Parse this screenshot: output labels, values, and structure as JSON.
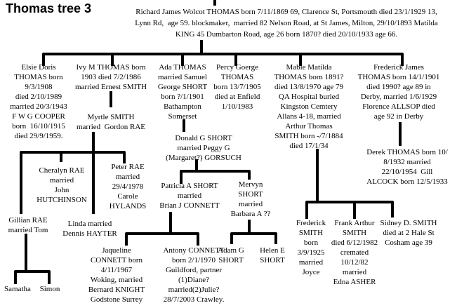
{
  "title": "Thomas tree 3",
  "people": {
    "richard": "Richard James Wolcot THOMAS born 7/11/1869 69, Clarence St, Portsmouth died 23/1/1929 13,\nLynn Rd,  age 59. blockmaker,  married 82 Nelson Road, at St James, Milton, 29/10/1893 Matilda\nKING 45 Dumbarton Road, age 26 born 1870? died 20/10/1933 age 66.",
    "elsie": "Elsie Doris\nTHOMAS born\n9/3/1908\ndied 2/10/1989\nmarried 20/3/1943\nF W G COOPER\nborn  16/10/1915\ndied 29/9/1959.",
    "ivy": "Ivy M THOMAS born\n1903 died 7/2/1986\nmarried Ernest SMITH",
    "myrtle": "Myrtle SMITH\nmarried  Gordon RAE",
    "ada": "Ada THOMAS\nmarried Samuel\nGeorge SHORT\nborn ?/1/1901\nBathampton\nSomerset",
    "donald": "Donald G SHORT\nmarried Peggy G\n(Margaret?) GORSUCH",
    "percy": "Percy Goerge\nTHOMAS\nborn 13/7/1905\ndied at Enfield\n1/10/1983",
    "mable": "Mable Matilda\nTHOMAS born 1891?\ndied 13/8/1970 age 79\nQA Hospital buried\nKingston Cemtery\nAllans 4-18, married\nArthur Thomas\nSMITH born -/7/1884\ndied 17/1/34",
    "frederick_james": "Frederick James\nTHOMAS born 14/1/1901\ndied 1990? age 89 in\nDerby, married 1/6/1929\nFlorence ALLSOP died\nage 92 in Derby",
    "derek": "Derek THOMAS born 10/\n8/1932 married\n22/10/1954  Gill\nALCOCK born 12/5/1933",
    "cheralyn": "Cheralyn RAE\nmarried\nJohn\nHUTCHINSON",
    "peter": "Peter RAE\nmarried\n29/4/1978\nCarole\nHYLANDS",
    "gillian": "Gillian RAE\nmarried Tom",
    "linda": "Linda married\nDennis HAYTER",
    "samatha": "Samatha",
    "simon": "Simon",
    "patricia": "Patricia A SHORT\nmarried\nBrian J CONNETT",
    "mervyn": "Mervyn\nSHORT\nmarried\nBarbara A ??",
    "jaqueline": "Jaqueline\nCONNETT born\n4/11/1967\nWoking, married\nBernard KNIGHT\nGodstone Surrey",
    "antony": "Antony CONNETT\nborn 2/1/1970\nGuildford, partner\n(1)Diane?\nmarried(2)Julie?\n28/7/2003 Crawley.",
    "adam": "Adam G\nSHORT",
    "helen": "Helen E\nSHORT",
    "frederick_smith": "Frederick\nSMITH\nborn\n3/9/1925\nmarried\nJoyce",
    "frank": "Frank Arthur\nSMITH\ndied 6/12/1982\ncremated\n10/12/82\nmarried\nEdna ASHER",
    "sidney": "Sidney D. SMITH\ndied at 2 Hale St\nCosham age 39"
  }
}
